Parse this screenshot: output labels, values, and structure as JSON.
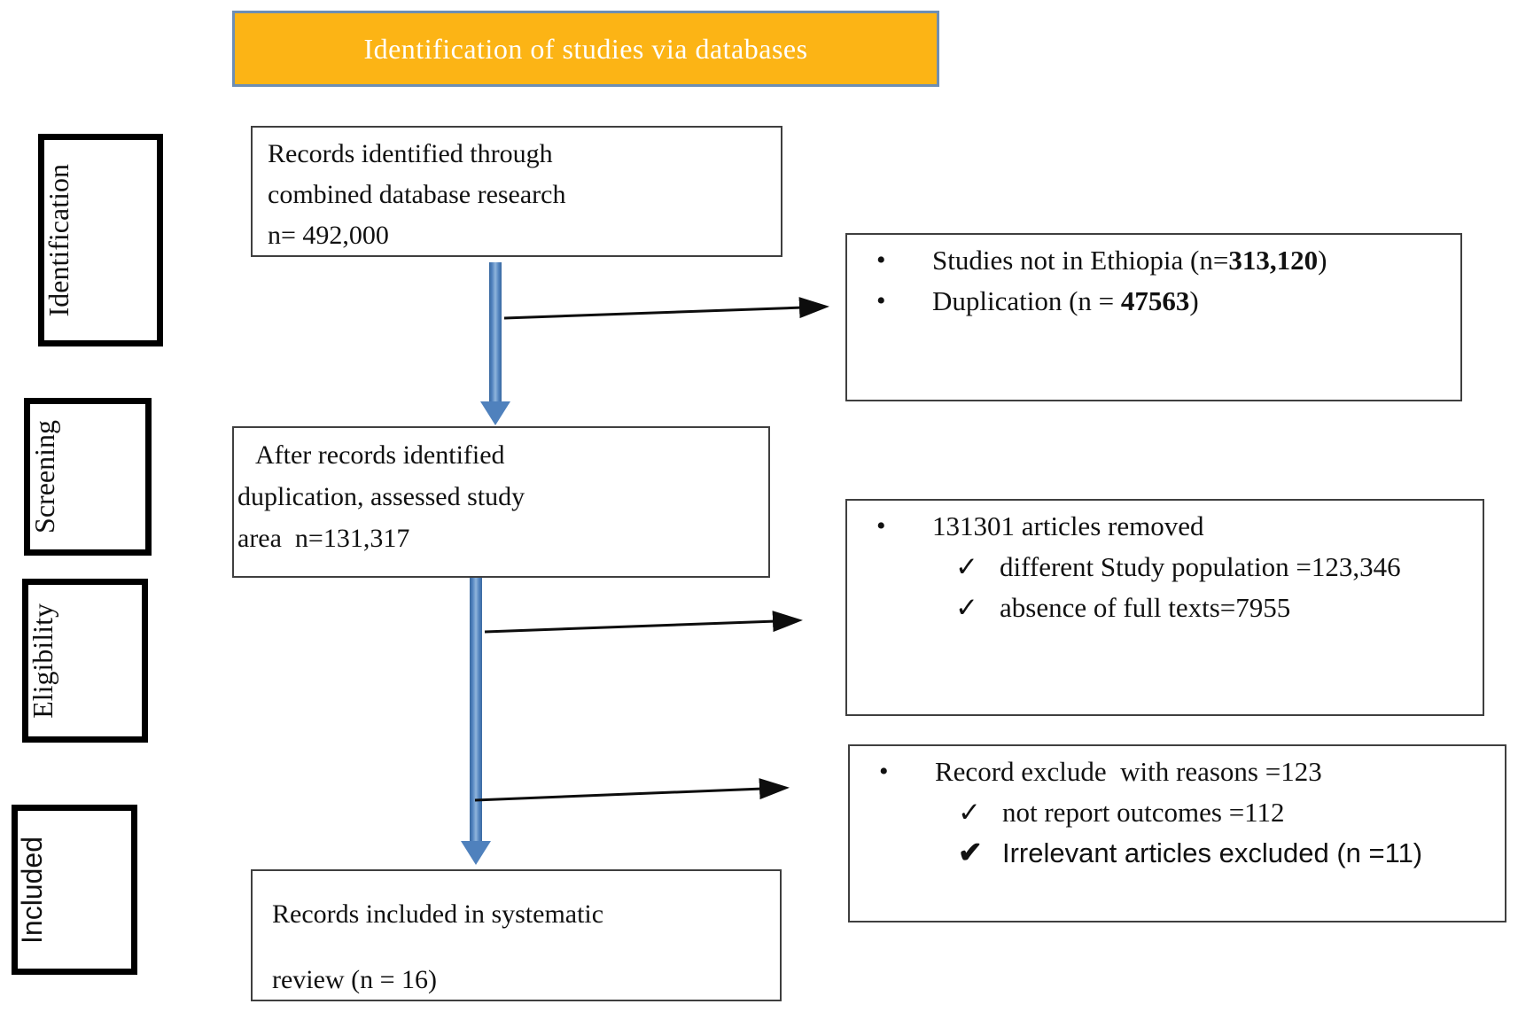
{
  "diagram": {
    "title": "Identification of studies via databases"
  },
  "stages": [
    {
      "label": "Identification"
    },
    {
      "label": "Screening"
    },
    {
      "label": "Eligibility"
    },
    {
      "label": "Included"
    }
  ],
  "flow_boxes": [
    {
      "lines": [
        "Records identified through",
        "combined database research",
        "n= 492,000"
      ]
    },
    {
      "lines": [
        "After records identified",
        "duplication, assessed study",
        "area  n=131,317"
      ]
    },
    {
      "lines": [
        "Records included in systematic",
        "review (n = 16)"
      ]
    }
  ],
  "exclusion_boxes": [
    {
      "bullets": [
        {
          "pre": "Studies not in Ethiopia (n=",
          "bold": "313,120",
          "post": ")"
        },
        {
          "pre": "Duplication (n = ",
          "bold": "47563",
          "post": ")"
        }
      ]
    },
    {
      "bullets": [
        {
          "pre": "131301 articles removed",
          "bold": "",
          "post": ""
        }
      ],
      "checks": [
        "different Study population =123,346",
        "absence of full texts=7955"
      ]
    },
    {
      "bullets": [
        {
          "pre": "Record exclude  with reasons =123",
          "bold": "",
          "post": ""
        }
      ],
      "checks": [
        "not report outcomes =112",
        "Irrelevant articles excluded (n =11)"
      ]
    }
  ],
  "icons": {
    "bullet": "•",
    "check": "✓",
    "check_bold": "✔"
  },
  "colors": {
    "header_fill": "#FCB415",
    "header_border": "#6D8EB4",
    "arrow_blue": "#4F81BD",
    "box_border": "#3F3F3F",
    "stage_border": "#000000",
    "text": "#111111"
  }
}
